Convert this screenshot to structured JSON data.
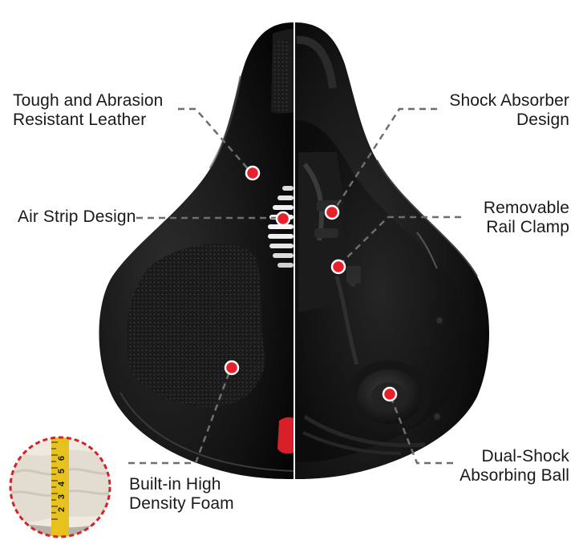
{
  "callouts": {
    "leather": {
      "line1": "Tough and Abrasion",
      "line2": "Resistant Leather"
    },
    "air_strip": {
      "line1": "Air Strip Design"
    },
    "foam": {
      "line1": "Built-in High",
      "line2": "Density Foam"
    },
    "shock_absorber": {
      "line1": "Shock Absorber",
      "line2": "Design"
    },
    "rail_clamp": {
      "line1": "Removable",
      "line2": "Rail Clamp"
    },
    "shock_ball": {
      "line1": "Dual-Shock",
      "line2": "Absorbing Ball"
    }
  },
  "inset": {
    "ruler_numbers": [
      "2",
      "3",
      "4",
      "5",
      "6"
    ]
  },
  "colors": {
    "marker": "#e8202a",
    "saddle": "#141414",
    "line": "#6e6e6e",
    "ruler": "#e8c21c",
    "inset_border": "#d4222a"
  }
}
